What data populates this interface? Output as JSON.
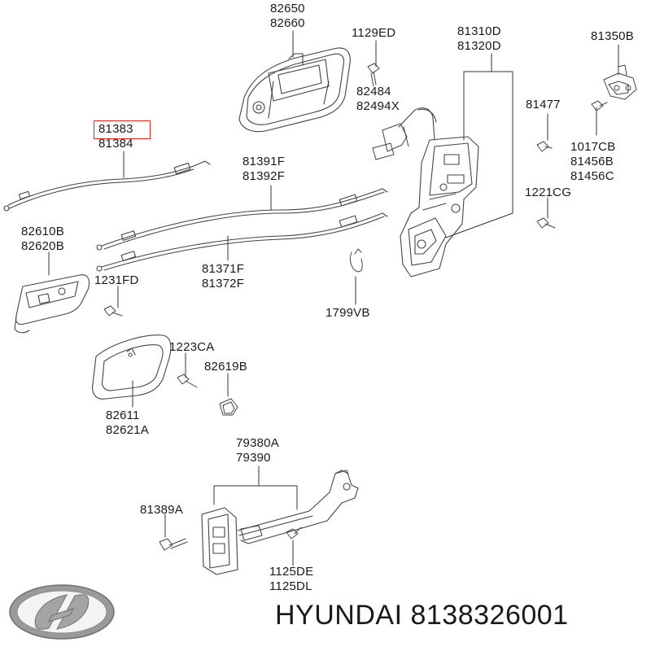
{
  "labels": {
    "l_82650": "82650",
    "l_82660": "82660",
    "l_1129ED": "1129ED",
    "l_81310D": "81310D",
    "l_81320D": "81320D",
    "l_81350B": "81350B",
    "l_82484": "82484",
    "l_82494X": "82494X",
    "l_81383": "81383",
    "l_81384": "81384",
    "l_81477": "81477",
    "l_81391F": "81391F",
    "l_81392F": "81392F",
    "l_1017CB": "1017CB",
    "l_81456B": "81456B",
    "l_81456C": "81456C",
    "l_1221CG": "1221CG",
    "l_82610B": "82610B",
    "l_82620B": "82620B",
    "l_81371F": "81371F",
    "l_81372F": "81372F",
    "l_1231FD": "1231FD",
    "l_1799VB": "1799VB",
    "l_1223CA": "1223CA",
    "l_82619B": "82619B",
    "l_82611": "82611",
    "l_82621A": "82621A",
    "l_79380A": "79380A",
    "l_79390": "79390",
    "l_81389A": "81389A",
    "l_1125DE": "1125DE",
    "l_1125DL": "1125DL"
  },
  "highlighted_part": "81383",
  "highlight_color": "#e0281f",
  "footer": {
    "brand": "HYUNDAI",
    "part_number": "8138326001",
    "logo_icon": "hyundai-logo-icon"
  }
}
